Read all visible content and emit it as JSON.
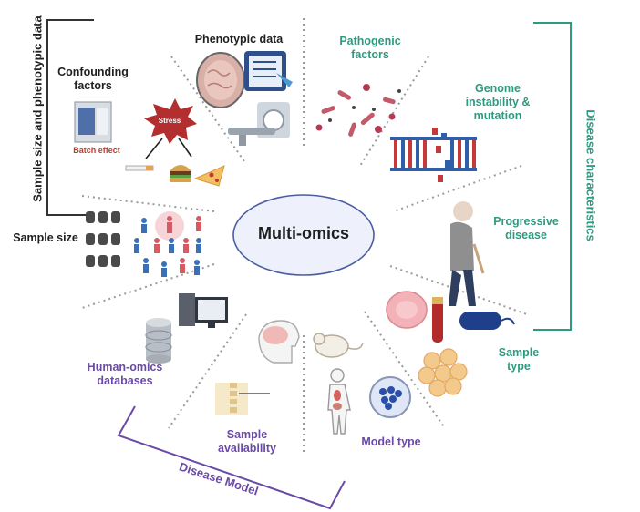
{
  "center": {
    "label": "Multi-omics"
  },
  "groups": {
    "left": "Sample size and phenotypic data",
    "right": "Disease characteristics",
    "bottom": "Disease Model"
  },
  "segments": {
    "phenotypic": "Phenotypic data",
    "pathogenic": "Pathogenic\nfactors",
    "genome": "Genome\ninstability &\nmutation",
    "progressive": "Progressive\ndisease",
    "sample_type": "Sample\ntype",
    "model_type": "Model type",
    "sample_availability": "Sample\navailability",
    "human_omics": "Human-omics\ndatabases",
    "sample_size": "Sample size",
    "confounding": "Confounding\nfactors"
  },
  "icon_labels": {
    "batch_effect": "Batch effect",
    "stress": "Stress"
  },
  "colors": {
    "dark": "#1f1f1f",
    "teal": "#2e9a80",
    "purple": "#6a4aa6",
    "ellipse_fill": "#eef1fb",
    "ellipse_stroke": "#4a5ea0",
    "dotted": "#9a9a9a"
  }
}
